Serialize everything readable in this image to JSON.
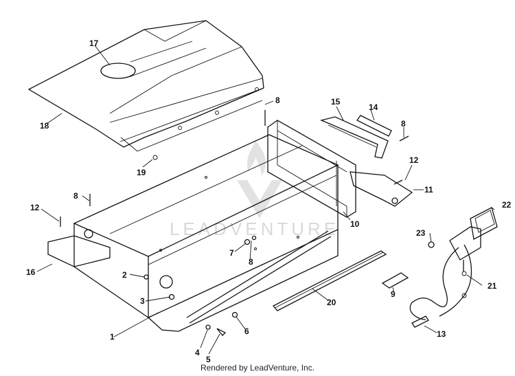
{
  "watermark": {
    "brand": "LEADVENTURE"
  },
  "footer": {
    "text": "Rendered by LeadVenture, Inc."
  },
  "callouts": [
    "1",
    "2",
    "3",
    "4",
    "5",
    "6",
    "7",
    "8",
    "8",
    "8",
    "8",
    "9",
    "10",
    "11",
    "12",
    "12",
    "13",
    "14",
    "15",
    "16",
    "17",
    "18",
    "19",
    "20",
    "21",
    "22",
    "23"
  ]
}
